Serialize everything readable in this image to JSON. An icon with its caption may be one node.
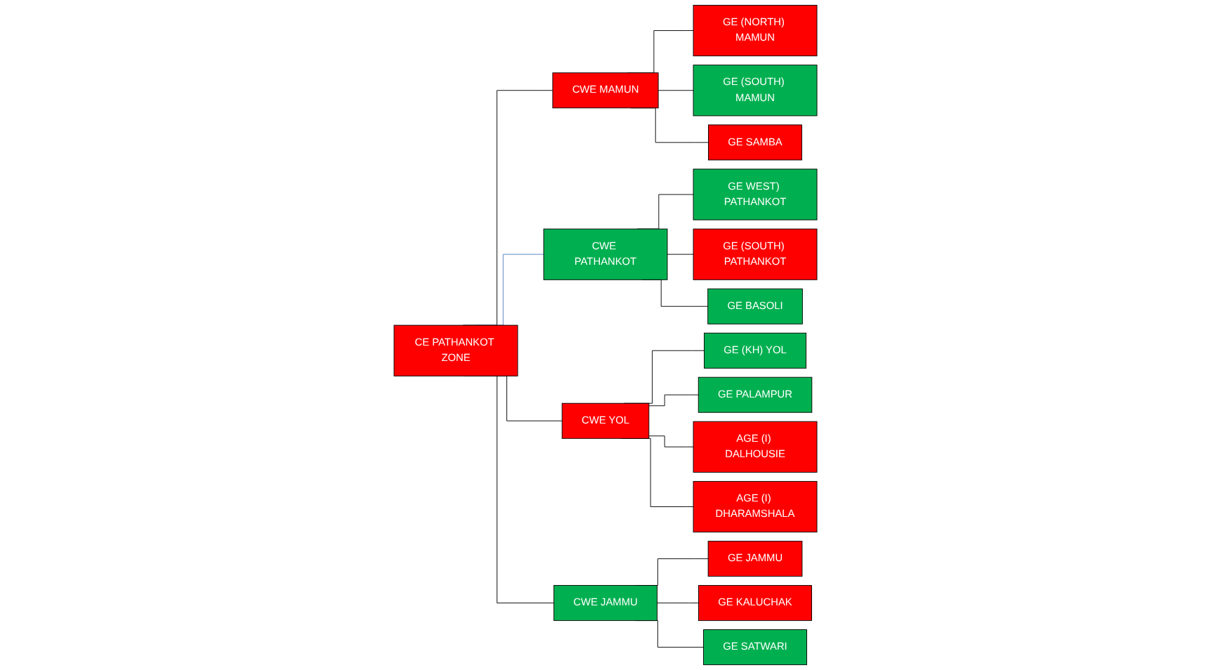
{
  "diagram": {
    "nodes": [
      {
        "text": [
          "CE PATHANKOT ZONE"
        ]
      },
      {
        "text": [
          "CWE MAMUN"
        ]
      },
      {
        "text": [
          "CWE PATHANKOT"
        ]
      },
      {
        "text": [
          "CWE YOL"
        ]
      },
      {
        "text": [
          "CWE JAMMU"
        ]
      },
      {
        "text": [
          "GE (NORTH) MAMUN"
        ]
      },
      {
        "text": [
          "GE (SOUTH) MAMUN"
        ]
      },
      {
        "text": [
          "GE SAMBA"
        ]
      },
      {
        "text": [
          "GE WEST) PATHANKOT"
        ]
      },
      {
        "text": [
          "GE (SOUTH) PATHANKOT"
        ]
      },
      {
        "text": [
          "GE BASOLI"
        ]
      },
      {
        "text": [
          "GE (KH) YOL"
        ]
      },
      {
        "text": [
          "GE PALAMPUR"
        ]
      },
      {
        "text": [
          "AGE (I) DALHOUSIE"
        ]
      },
      {
        "text": [
          "AGE (I) DHARAMSHALA"
        ]
      },
      {
        "text": [
          "GE JAMMU"
        ]
      },
      {
        "text": [
          "GE KALUCHAK"
        ]
      },
      {
        "text": [
          "GE SATWARI"
        ]
      }
    ],
    "edges": [
      {
        "from": 0,
        "to": 1,
        "arrow": "none"
      },
      {
        "from": 0,
        "to": 2,
        "arrow": "none",
        "color": "#4f81bd"
      },
      {
        "from": 0,
        "to": 3,
        "arrow": "none"
      },
      {
        "from": 0,
        "to": 4,
        "arrow": "none"
      },
      {
        "from": 1,
        "to": 5,
        "arrow": "none"
      },
      {
        "from": 1,
        "to": 6,
        "arrow": "none"
      },
      {
        "from": 1,
        "to": 7,
        "arrow": "none"
      },
      {
        "from": 2,
        "to": 8,
        "arrow": "none"
      },
      {
        "from": 2,
        "to": 9,
        "arrow": "none"
      },
      {
        "from": 2,
        "to": 10,
        "arrow": "none"
      },
      {
        "from": 3,
        "to": 11,
        "arrow": "none"
      },
      {
        "from": 3,
        "to": 12,
        "arrow": "none"
      },
      {
        "from": 3,
        "to": 13,
        "arrow": "none"
      },
      {
        "from": 3,
        "to": 14,
        "arrow": "none"
      },
      {
        "from": 4,
        "to": 15,
        "arrow": "none"
      },
      {
        "from": 4,
        "to": 16,
        "arrow": "none"
      },
      {
        "from": 4,
        "to": 17,
        "arrow": "none"
      }
    ]
  }
}
